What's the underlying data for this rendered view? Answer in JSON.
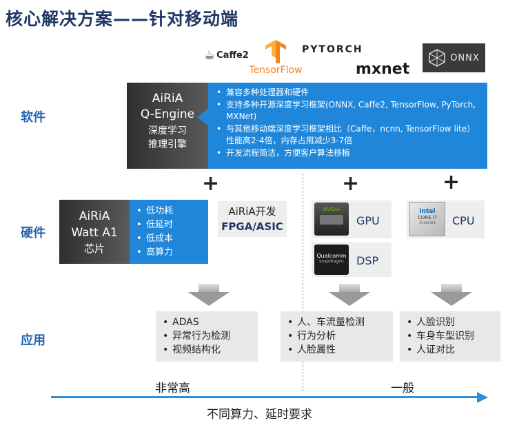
{
  "title": "核心解决方案——针对移动端",
  "frameworks": {
    "caffe": "Caffe2",
    "tensorflow": "TensorFlow",
    "pytorch": "PYTORCH",
    "mxnet": "mxnet",
    "onnx": "ONNX",
    "colors": {
      "tensorflow": "#f5841f",
      "mxnet": "#1a1a1a"
    }
  },
  "rows": {
    "software": "软件",
    "hardware": "硬件",
    "application": "应用"
  },
  "engine": {
    "name_line1": "AiRiA",
    "name_line2": "Q-Engine",
    "desc_line1": "深度学习",
    "desc_line2": "推理引擎",
    "bullets": [
      "兼容多种处理器和硬件",
      "支持多种开源深度学习框架(ONNX, Caffe2, TensorFlow, PyTorch, MXNet)",
      "与其他移动端深度学习框架相比（Caffe，ncnn, TensorFlow lite）性能高2-4倍，内存占用减少3-7倍",
      "开发流程简洁，方便客户算法移植"
    ]
  },
  "plus": "+",
  "watt": {
    "line1": "AiRiA",
    "line2": "Watt A1",
    "line3": "芯片",
    "bullets": [
      "低功耗",
      "低延时",
      "低成本",
      "高算力"
    ]
  },
  "fpga": {
    "line1": "AiRiA开发",
    "line2": "FPGA/ASIC"
  },
  "chips": {
    "gpu": "GPU",
    "dsp": "DSP",
    "cpu": "CPU",
    "qualcomm": "Qualcomm",
    "snapdragon": "snapdragon",
    "intel": "intel",
    "core": "CORE i7",
    "xseries": "X-series",
    "nvidia": "NVIDIA"
  },
  "apps": {
    "left": [
      "ADAS",
      "异常行为检测",
      "视频结构化"
    ],
    "middle": [
      "人、车流量检测",
      "行为分析",
      "人脸属性"
    ],
    "right": [
      "人脸识别",
      "车身车型识别",
      "人证对比"
    ]
  },
  "axis": {
    "left_label": "非常高",
    "right_label": "一般",
    "caption": "不同算力、延时要求",
    "color": "#2e8fd8"
  }
}
